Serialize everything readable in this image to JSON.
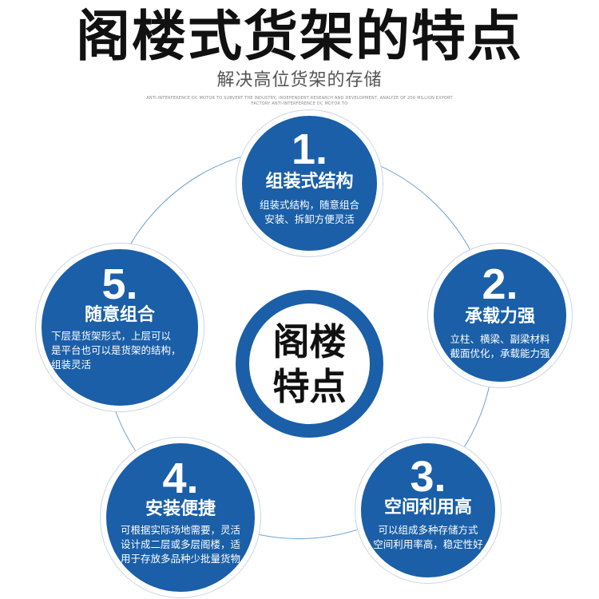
{
  "header": {
    "title": "阁楼式货架的特点",
    "subtitle": "解决高位货架的存储",
    "tagline_1": "ANTI-INTERFERENCE DC MOTOR TO SUBVERT THE INDUSTRY, INDEPENDENT RESEARCH AND DEVELOPMENT, ANALYZE OF 200 MILLION EXPORT",
    "tagline_2": "FACTORY ANTI-INTERFERENCE DC MOTOR TO"
  },
  "center": {
    "line1": "阁楼",
    "line2": "特点"
  },
  "features": [
    {
      "number": "1.",
      "title": "组装式结构",
      "desc_line1": "组装式结构，随意组合",
      "desc_line2": "安装、拆卸方便灵活"
    },
    {
      "number": "2.",
      "title": "承载力强",
      "desc_line1": "立柱、横梁、副梁材料",
      "desc_line2": "截面优化，承载能力强"
    },
    {
      "number": "3.",
      "title": "空间利用高",
      "desc_line1": "可以组成多种存储方式",
      "desc_line2": "空间利用率高，稳定性好"
    },
    {
      "number": "4.",
      "title": "安装便捷",
      "desc_line1": "可根据实际场地需要，灵活",
      "desc_line2": "设计成二层或多层阁楼，适",
      "desc_line3": "用于存放多品种少批量货物"
    },
    {
      "number": "5.",
      "title": "随意组合",
      "desc_line1": "下层是货架形式，上层可以",
      "desc_line2": "是平台也可以是货架的结构，",
      "desc_line3": "组装灵活"
    }
  ],
  "colors": {
    "circle_blue": "#1a5fa8",
    "ring_line": "#6f9fcf"
  }
}
